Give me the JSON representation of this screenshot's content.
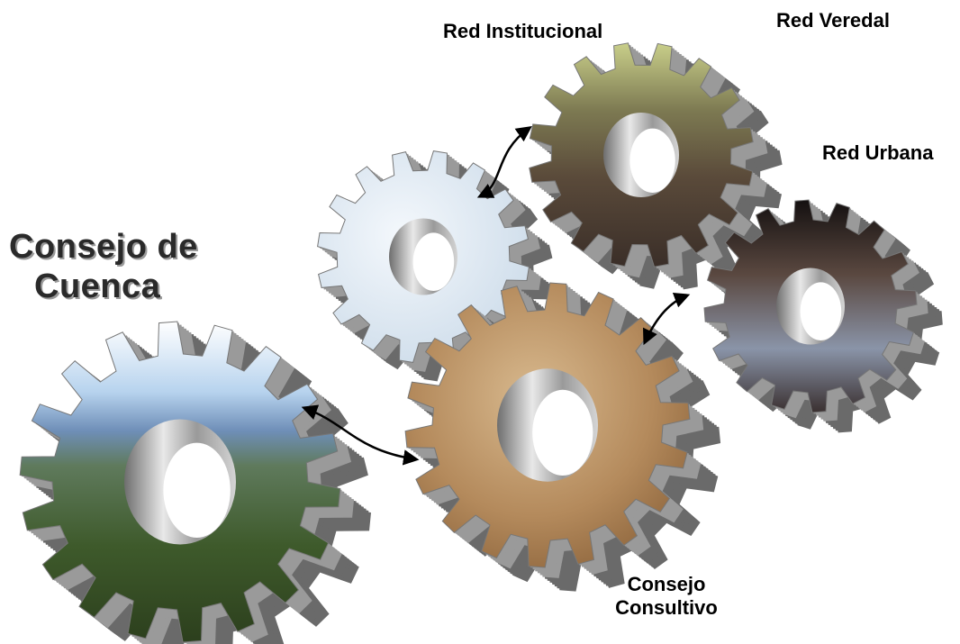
{
  "title": {
    "line1": "Consejo de",
    "line2": "Cuenca"
  },
  "labels": {
    "red_institucional": "Red Institucional",
    "red_veredal": "Red Veredal",
    "red_urbana": "Red Urbana",
    "consejo_consultivo_line1": "Consejo",
    "consejo_consultivo_line2": "Consultivo"
  },
  "colors": {
    "gear_side": "#8c8c8c",
    "landscape_sky": "#9fc3e6",
    "landscape_hills": "#3f5e2e",
    "paper_texture": "#b48a5c",
    "light_texture": "#dfe9f2",
    "crowd_photo": "#6b5a44",
    "urban_photo": "#2a2320",
    "arrow": "#000000"
  }
}
